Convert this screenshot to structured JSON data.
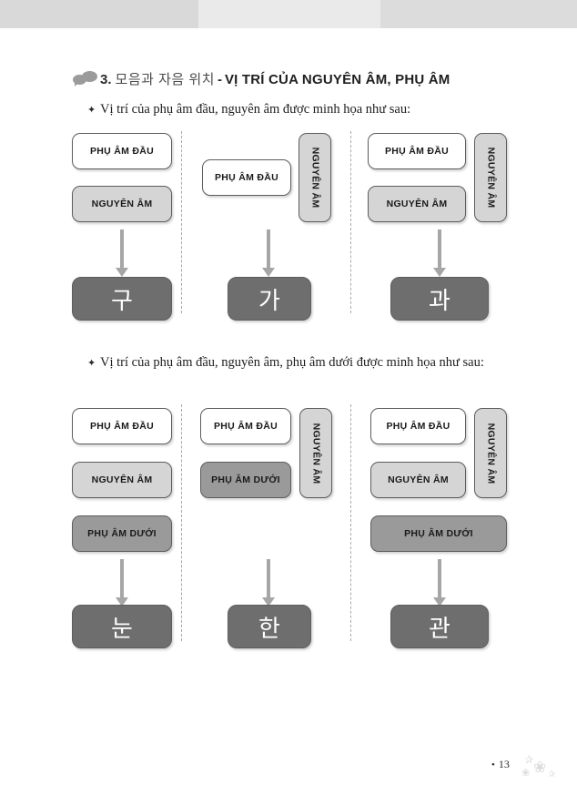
{
  "page": {
    "number": "13",
    "footer_bullet": "•"
  },
  "heading": {
    "icon": "speech-bubbles-icon",
    "number": "3.",
    "korean": "모음과 자음 위치",
    "separator": "-",
    "vietnamese": "VỊ TRÍ CỦA NGUYÊN ÂM, PHỤ ÂM"
  },
  "bullets": [
    {
      "marker": "✦",
      "text": "Vị trí của phụ âm đầu, nguyên âm được minh họa như sau:"
    },
    {
      "marker": "✦",
      "text": "Vị trí của phụ âm đầu, nguyên âm, phụ âm dưới được minh họa như sau:"
    }
  ],
  "labels": {
    "initial_consonant": "PHỤ ÂM ĐẦU",
    "vowel": "NGUYÊN ÂM",
    "final_consonant": "PHỤ ÂM DƯỚI"
  },
  "diagram1": {
    "columns": [
      {
        "id": "col-1",
        "syllable": "구",
        "boxes": [
          {
            "label": "PHỤ ÂM ĐẦU",
            "shade": "white",
            "orient": "horizontal"
          },
          {
            "label": "NGUYÊN ÂM",
            "shade": "light",
            "orient": "horizontal"
          }
        ]
      },
      {
        "id": "col-2",
        "syllable": "가",
        "boxes": [
          {
            "label": "PHỤ ÂM ĐẦU",
            "shade": "white",
            "orient": "horizontal"
          },
          {
            "label": "NGUYÊN ÂM",
            "shade": "light",
            "orient": "vertical"
          }
        ]
      },
      {
        "id": "col-3",
        "syllable": "과",
        "boxes": [
          {
            "label": "PHỤ ÂM ĐẦU",
            "shade": "white",
            "orient": "horizontal"
          },
          {
            "label": "NGUYÊN ÂM",
            "shade": "light",
            "orient": "horizontal"
          },
          {
            "label": "NGUYÊN ÂM",
            "shade": "light",
            "orient": "vertical"
          }
        ]
      }
    ]
  },
  "diagram2": {
    "columns": [
      {
        "id": "col-1",
        "syllable": "눈",
        "boxes": [
          {
            "label": "PHỤ ÂM ĐẦU",
            "shade": "white",
            "orient": "horizontal"
          },
          {
            "label": "NGUYÊN ÂM",
            "shade": "light",
            "orient": "horizontal"
          },
          {
            "label": "PHỤ ÂM DƯỚI",
            "shade": "medium",
            "orient": "horizontal"
          }
        ]
      },
      {
        "id": "col-2",
        "syllable": "한",
        "boxes": [
          {
            "label": "PHỤ ÂM ĐẦU",
            "shade": "white",
            "orient": "horizontal"
          },
          {
            "label": "PHỤ ÂM DƯỚI",
            "shade": "medium",
            "orient": "horizontal"
          },
          {
            "label": "NGUYÊN ÂM",
            "shade": "light",
            "orient": "vertical"
          }
        ]
      },
      {
        "id": "col-3",
        "syllable": "관",
        "boxes": [
          {
            "label": "PHỤ ÂM ĐẦU",
            "shade": "white",
            "orient": "horizontal"
          },
          {
            "label": "NGUYÊN ÂM",
            "shade": "light",
            "orient": "horizontal"
          },
          {
            "label": "NGUYÊN ÂM",
            "shade": "light",
            "orient": "vertical"
          },
          {
            "label": "PHỤ ÂM DƯỚI",
            "shade": "medium",
            "orient": "horizontal"
          }
        ]
      }
    ]
  },
  "colors": {
    "box_white": "#ffffff",
    "box_light": "#d5d5d5",
    "box_medium": "#9a9a9a",
    "box_dark": "#6e6e6e",
    "border": "#5d5d5d",
    "arrow": "#a6a6a6",
    "divider": "#a9a9a9",
    "topbar_a": "#d9d9d9",
    "topbar_b": "#eaeaea",
    "topbar_c": "#dcdcdc"
  }
}
